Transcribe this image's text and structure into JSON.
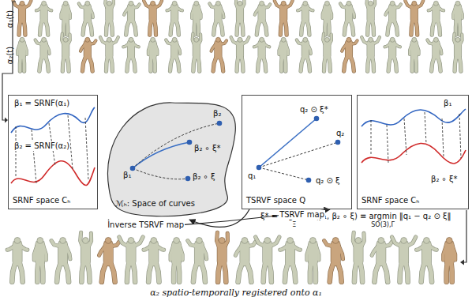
{
  "diagram": {
    "caption": "α₂ spatio-temporally registered onto α₁",
    "nodes": [
      {
        "text": [
          "β₁ = SRNF(α₁)",
          "β₂ = SRNF(α₂)",
          "SRNF space Cₕ"
        ]
      },
      {
        "text": [
          "ℳₕ: Space of curves",
          "β₁",
          "β₂ ∘ ξ*",
          "β₂",
          "β₂ ∘ ξ"
        ]
      },
      {
        "text": [
          "q₂ ⊙ ξ*",
          "q₂",
          "q₁",
          "q₂ ⊙ ξ",
          "TSRVF space Q"
        ]
      },
      {
        "text": [
          "β₁",
          "SRNF space Cₕ",
          "β₂ ∘ ξ*"
        ]
      }
    ],
    "edges": [
      {
        "from": 1,
        "to": 2,
        "arrow": "to",
        "label": "TSRVF map"
      },
      {
        "from": 2,
        "to": 1,
        "arrow": "to",
        "label": "Inverse TSRVF map"
      }
    ],
    "labels": [
      "α₁(t)",
      "α₂(t)",
      "ξ* =",
      "argmin",
      "Ξ",
      "d(β₁, β₂ ∘ ξ) ≡",
      "argmin",
      "SO(3),Γ",
      "‖q₁ − q₂ ⊙ ξ‖"
    ]
  }
}
